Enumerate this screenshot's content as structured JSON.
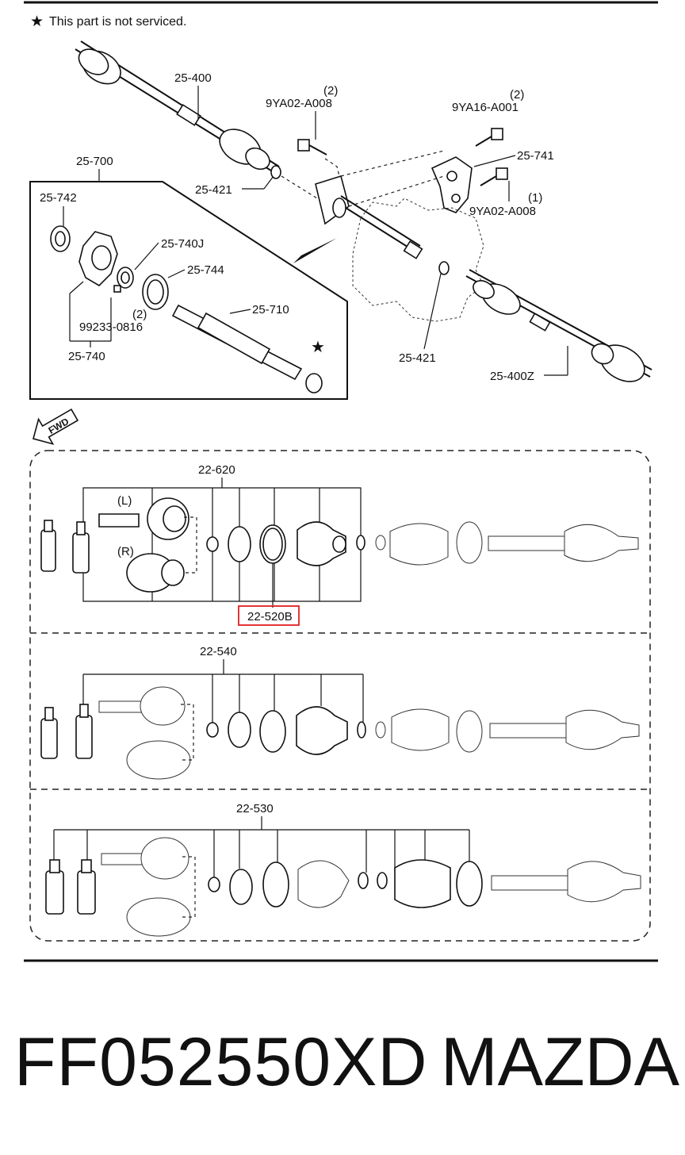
{
  "header": {
    "note_symbol": "★",
    "note": "This part is not serviced."
  },
  "upper_assembly": {
    "callouts": {
      "c_25_400": "25-400",
      "c_9ya02_top_qty": "(2)",
      "c_9ya02_top": "9YA02-A008",
      "c_9ya16_qty": "(2)",
      "c_9ya16": "9YA16-A001",
      "c_25_741": "25-741",
      "c_9ya02_bot_qty": "(1)",
      "c_9ya02_bot": "9YA02-A008",
      "c_25_421_a": "25-421",
      "c_25_421_b": "25-421",
      "c_25_400z": "25-400Z"
    },
    "detail_box": {
      "title": "25-700",
      "c_25_742": "25-742",
      "c_25_740j": "25-740J",
      "c_25_744": "25-744",
      "c_25_710": "25-710",
      "c_99233_qty": "(2)",
      "c_99233": "99233-0816",
      "c_25_740": "25-740",
      "star": "★"
    },
    "fwd": "FWD"
  },
  "kits": [
    {
      "code": "22-620",
      "left_label": "(L)",
      "right_label": "(R)",
      "highlight": "22-520B"
    },
    {
      "code": "22-540"
    },
    {
      "code": "22-530"
    }
  ],
  "footer": {
    "part_number": "FF052550XD",
    "brand": "MAZDA"
  },
  "colors": {
    "highlight_box": "#e02020",
    "line": "#111111"
  }
}
